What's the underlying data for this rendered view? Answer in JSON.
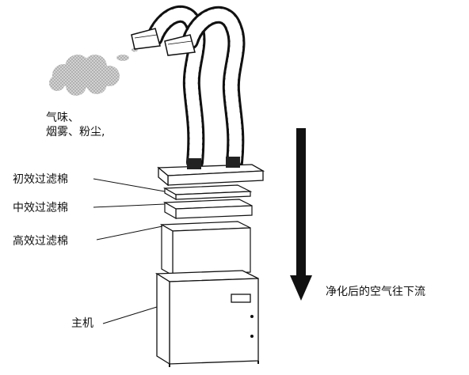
{
  "pollutants": {
    "line1": "气味、",
    "line2": "烟雾、粉尘,"
  },
  "components": {
    "primary_filter": "初效过滤棉",
    "medium_filter": "中效过滤棉",
    "hepa_filter": "高效过滤棉",
    "main_unit": "主机"
  },
  "flow_label": "净化后的空气往下流",
  "colors": {
    "line": "#111111",
    "body_fill": "#ffffff",
    "cloud": "#bdbdbd",
    "arrow": "#111111"
  }
}
